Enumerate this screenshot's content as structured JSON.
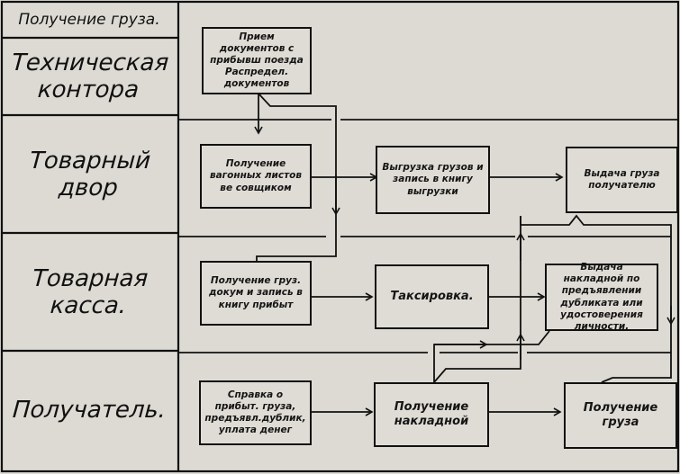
{
  "diagram": {
    "header_label": "Получение груза.",
    "lanes": [
      {
        "id": "tech",
        "label_line1": "Техническая",
        "label_line2": "контора"
      },
      {
        "id": "yard",
        "label_line1": "Товарный",
        "label_line2": "двор"
      },
      {
        "id": "cash",
        "label_line1": "Товарная",
        "label_line2": "касса."
      },
      {
        "id": "recv",
        "label_line1": "Получатель.",
        "label_line2": ""
      }
    ],
    "boxes": {
      "receive_docs": "Прием документов с прибывш поезда Распредел. документов",
      "wagon_sheets": "Получение вагонных листов ве совщиком",
      "unloading": "Выгрузка грузов и запись в книгу выгрузки",
      "issue_cargo": "Выдача груза получателю",
      "cargo_docs": "Получение груз. докум и запись в книгу прибыт",
      "taxation": "Таксировка.",
      "issue_waybill": "Выдача накладной по предъявлении дубликата или удостоверения личности.",
      "inquiry": "Справка о прибыт. груза, предъявл.дублик, уплата денег",
      "get_waybill": "Получение накладной",
      "get_cargo": "Получение груза"
    },
    "colors": {
      "ink": "#111111",
      "paper": "#dcdad2"
    }
  }
}
